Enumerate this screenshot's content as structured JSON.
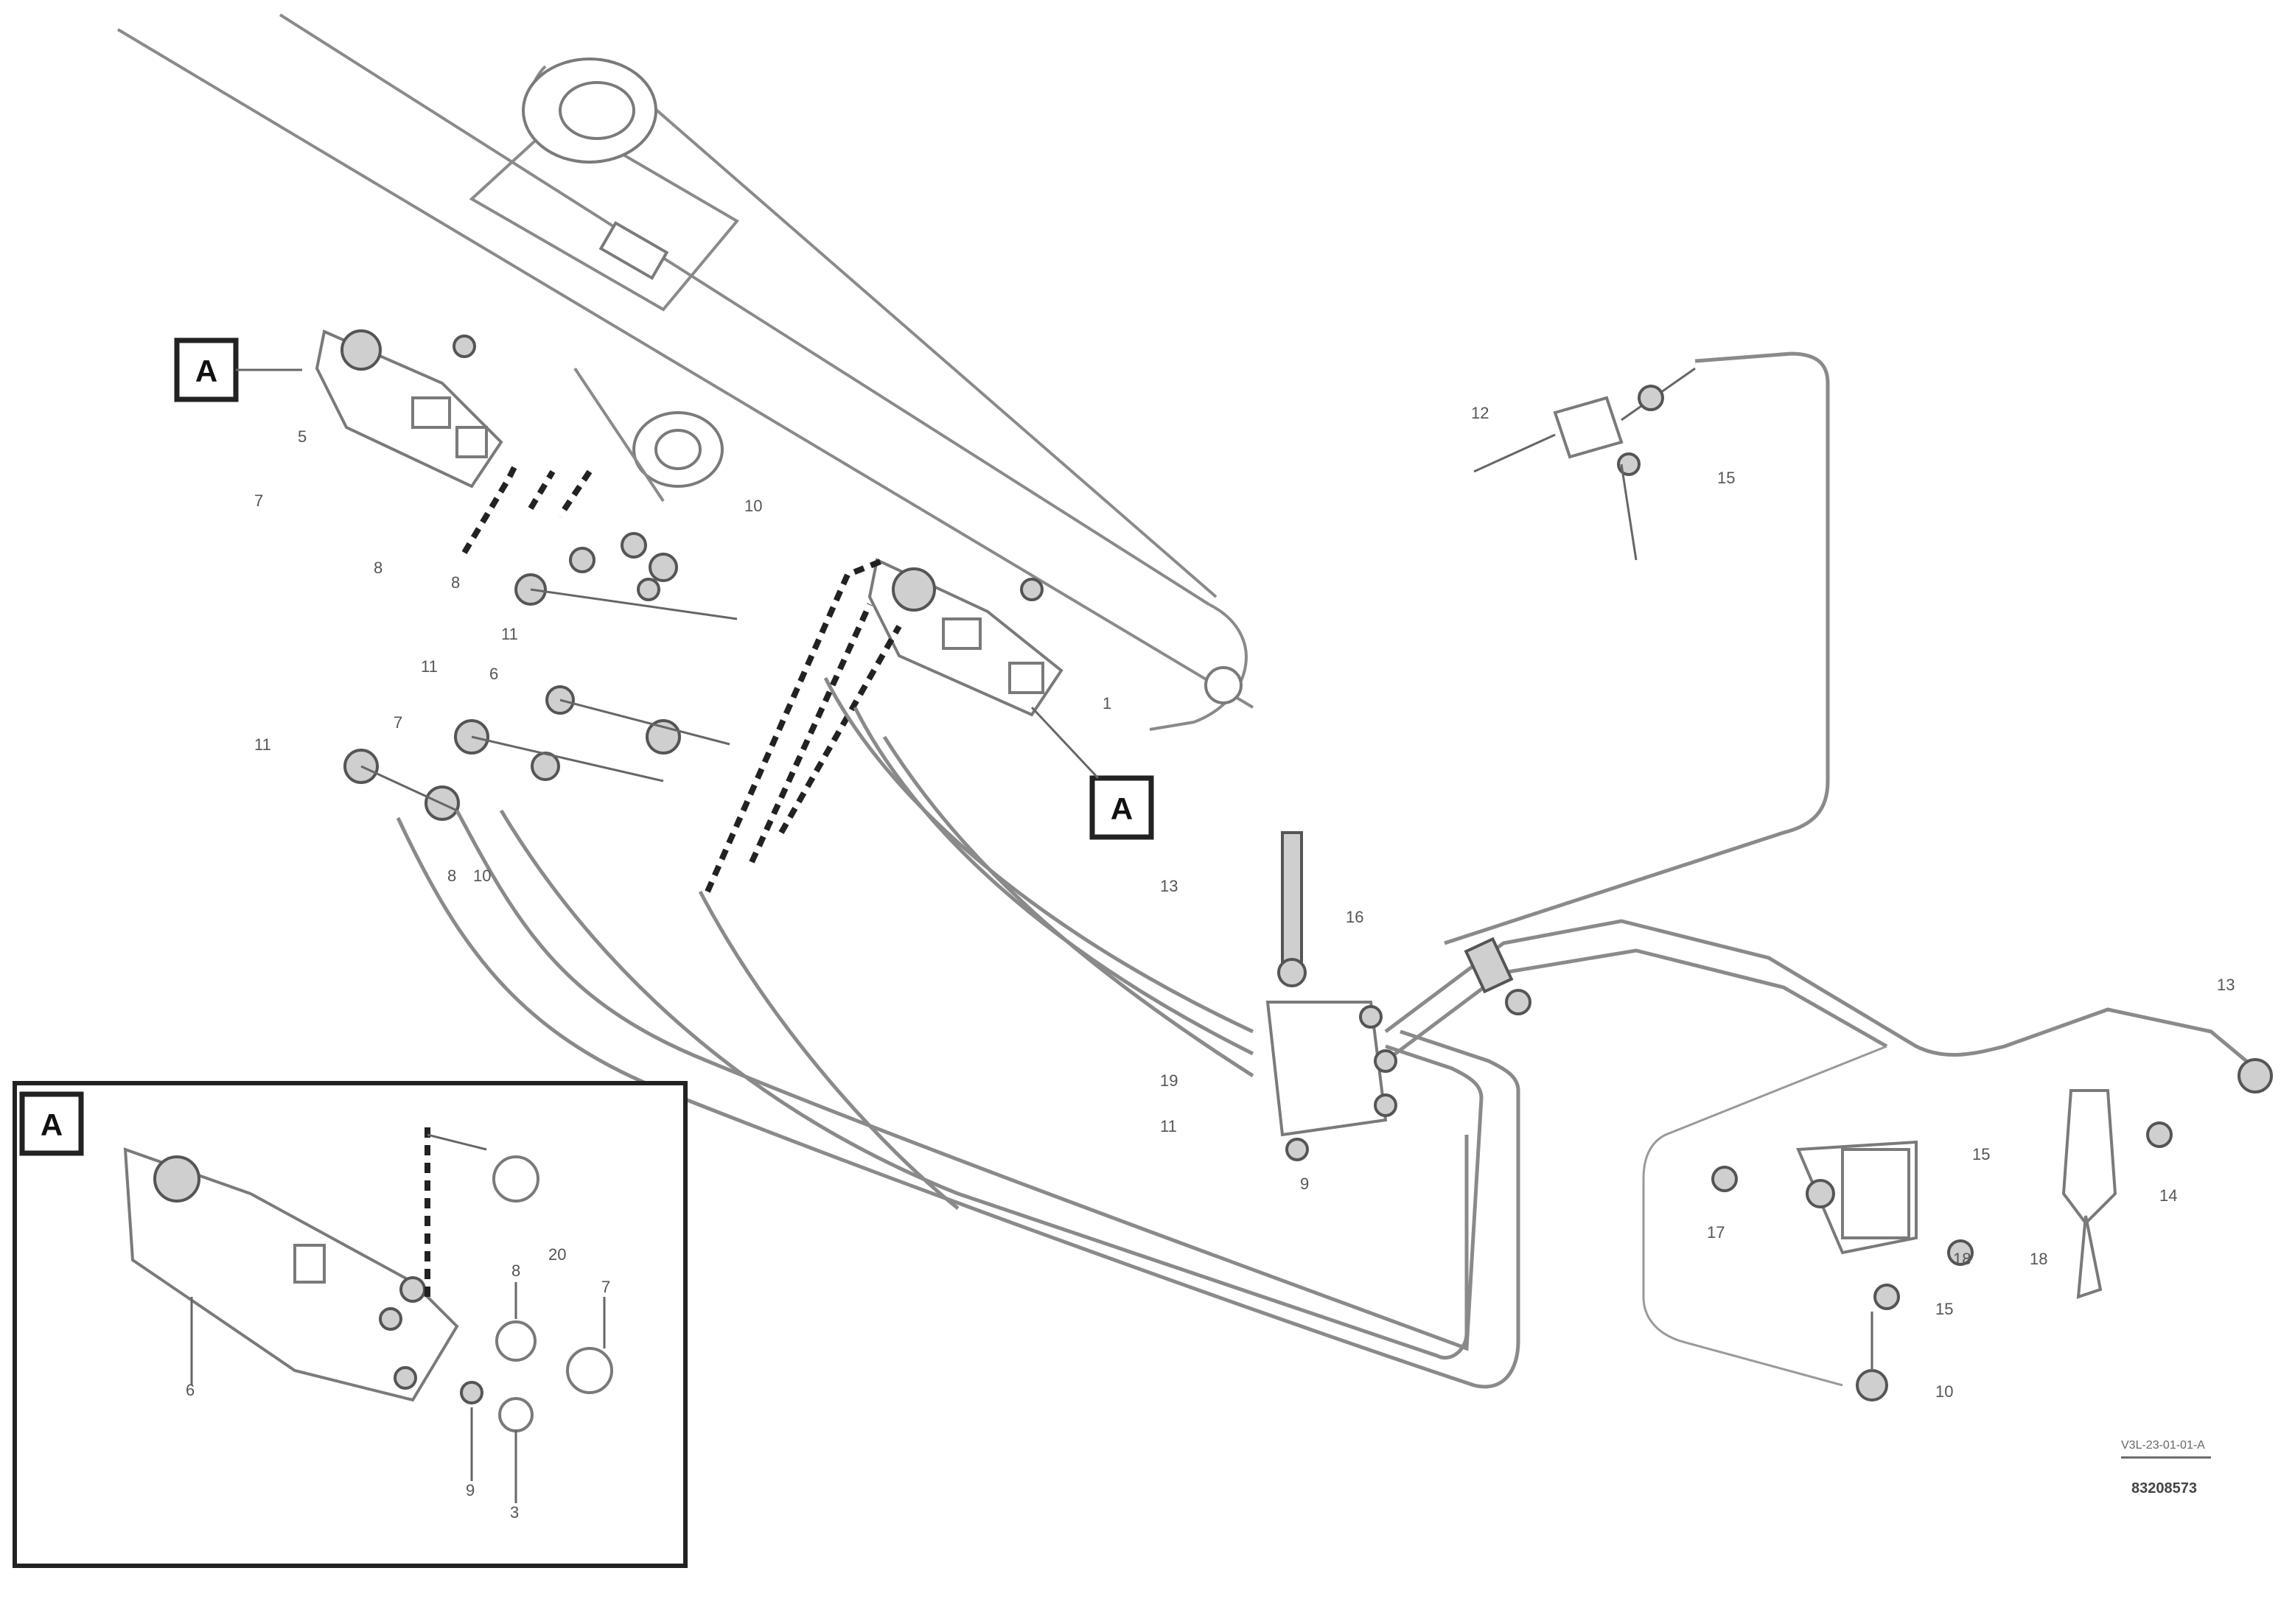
{
  "reference_markers": {
    "upper_left": "A",
    "center": "A",
    "detail_inset": "A"
  },
  "callouts": {
    "c_5": "5",
    "c_7": "7",
    "c_8a": "8",
    "c_8b": "8",
    "c_11a": "11",
    "c_11b": "11",
    "c_10": "10",
    "c_6": "6",
    "c_11c": "11",
    "c_7b": "7",
    "c_8c": "8",
    "c_10b": "10",
    "c_1": "1",
    "c_13": "13",
    "c_16": "16",
    "c_12": "12",
    "c_15": "15",
    "c_19": "19",
    "c_11d": "11",
    "c_9": "9",
    "c_13b": "13",
    "c_15b": "15",
    "c_17": "17",
    "c_14": "14",
    "c_18a": "18",
    "c_18b": "18",
    "c_15c": "15",
    "c_10c": "10",
    "inset_20": "20",
    "inset_6": "6",
    "inset_8": "8",
    "inset_7": "7",
    "inset_9": "9",
    "inset_3": "3"
  },
  "footer": {
    "caption": "V3L-23-01-01-A",
    "drawing_id": "83208573"
  }
}
